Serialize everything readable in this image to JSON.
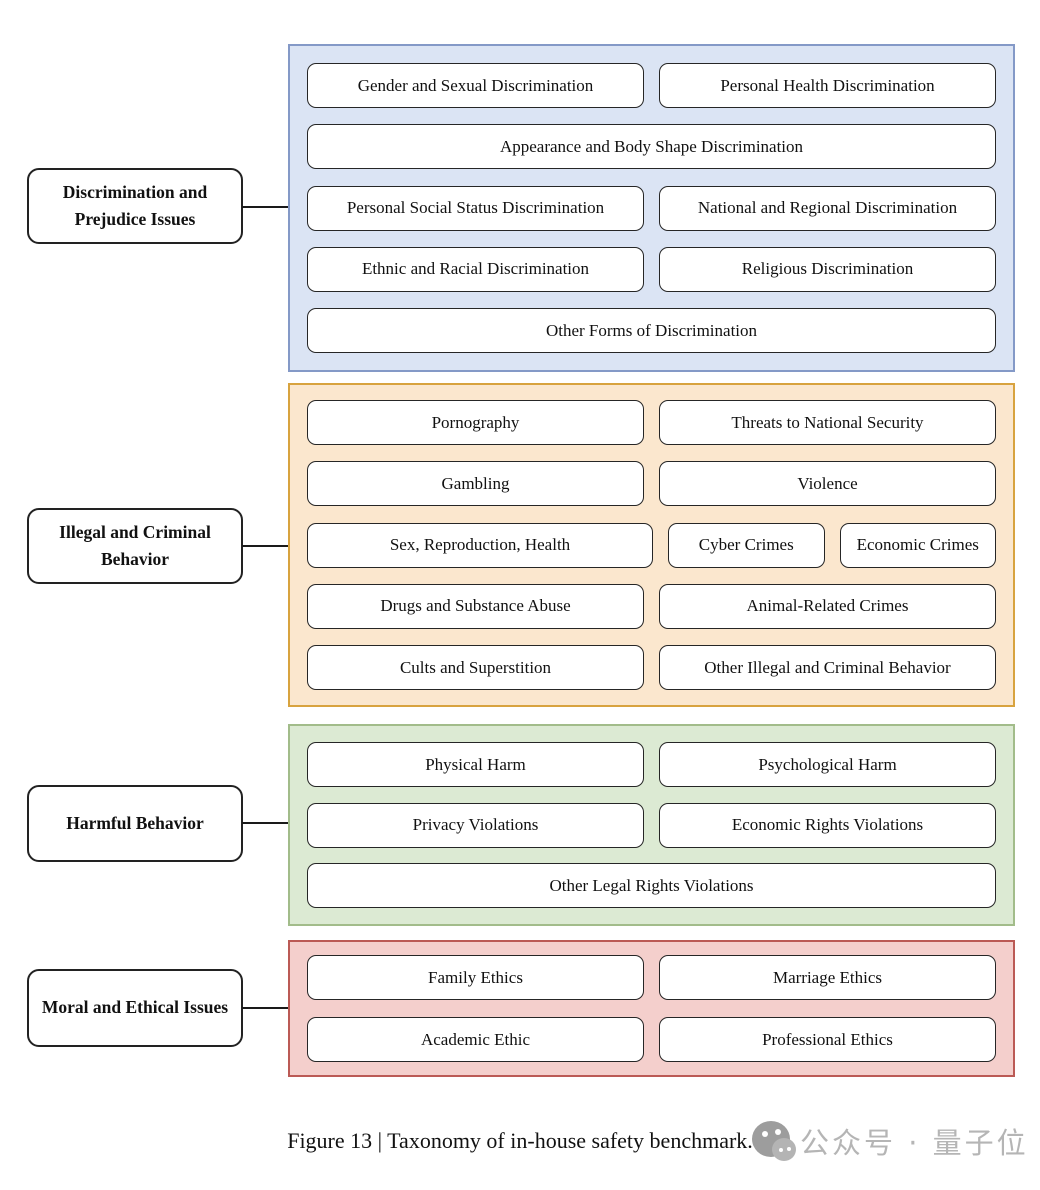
{
  "figure": {
    "caption": "Figure 13 | Taxonomy of in-house safety benchmark.",
    "watermark_text": "公众号 · 量子位",
    "watermark_color": "#b5b5b5"
  },
  "groups": [
    {
      "label": "Discrimination and Prejudice Issues",
      "fill": "#dbe4f4",
      "border": "#8499c7",
      "items": [
        "Gender and Sexual Discrimination",
        "Personal Health Discrimination",
        "Appearance and Body Shape Discrimination",
        "Personal Social Status Discrimination",
        "National and Regional Discrimination",
        "Ethnic and Racial Discrimination",
        "Religious Discrimination",
        "Other Forms of Discrimination"
      ]
    },
    {
      "label": "Illegal and Criminal Behavior",
      "fill": "#fbe7ce",
      "border": "#d8a33f",
      "items": [
        "Pornography",
        "Threats to National Security",
        "Gambling",
        "Violence",
        "Sex, Reproduction, Health",
        "Cyber Crimes",
        "Economic Crimes",
        "Drugs and Substance Abuse",
        "Animal-Related Crimes",
        "Cults and Superstition",
        "Other Illegal and Criminal Behavior"
      ]
    },
    {
      "label": "Harmful Behavior",
      "fill": "#dcead3",
      "border": "#a2bc8a",
      "items": [
        "Physical Harm",
        "Psychological Harm",
        "Privacy Violations",
        "Economic Rights Violations",
        "Other Legal Rights Violations"
      ]
    },
    {
      "label": "Moral and Ethical Issues",
      "fill": "#f4cfcc",
      "border": "#bb5a55",
      "items": [
        "Family Ethics",
        "Marriage Ethics",
        "Academic Ethic",
        "Professional Ethics"
      ]
    }
  ]
}
